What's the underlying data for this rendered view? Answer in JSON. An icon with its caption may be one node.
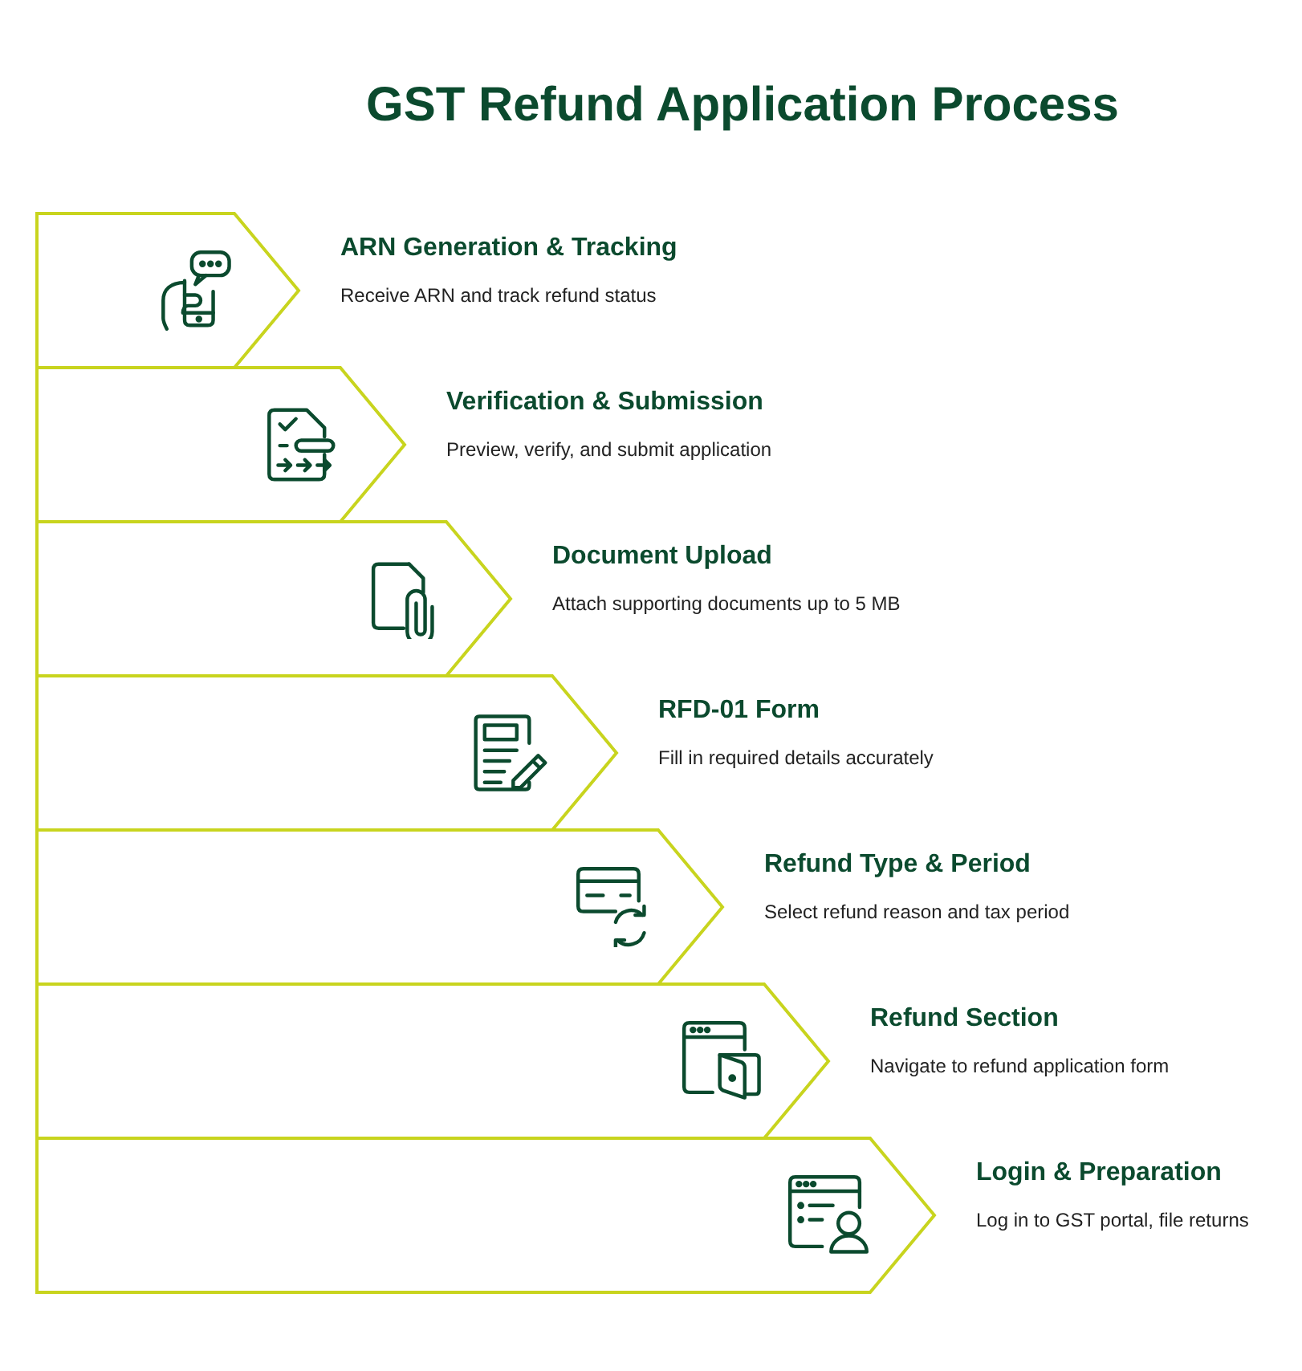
{
  "diagram": {
    "title": "GST Refund Application Process",
    "nodes": [
      {
        "text": [
          "ARN Generation & Tracking",
          "Receive ARN and track refund status"
        ]
      },
      {
        "text": [
          "Verification & Submission",
          "Preview, verify, and submit application"
        ]
      },
      {
        "text": [
          "Document Upload",
          "Attach supporting documents up to 5 MB"
        ]
      },
      {
        "text": [
          "RFD-01 Form",
          "Fill in required details accurately"
        ]
      },
      {
        "text": [
          "Refund Type & Period",
          "Select refund reason and tax period"
        ]
      },
      {
        "text": [
          "Refund Section",
          "Navigate to refund application form"
        ]
      },
      {
        "text": [
          "Login & Preparation",
          "Log in to GST portal, file returns"
        ]
      }
    ]
  }
}
